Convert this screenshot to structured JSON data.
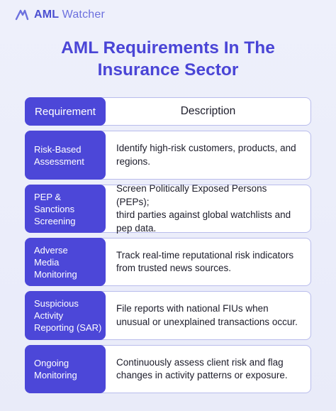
{
  "brand": {
    "name_bold": "AML",
    "name_light": "Watcher"
  },
  "title": {
    "line1": "AML Requirements In The",
    "line2": "Insurance Sector"
  },
  "table": {
    "header": {
      "requirement": "Requirement",
      "description": "Description"
    },
    "rows": [
      {
        "requirement": [
          "Risk-Based",
          "Assessment"
        ],
        "description": [
          "Identify high-risk customers, products, and",
          "regions."
        ]
      },
      {
        "requirement": [
          "PEP &",
          "Sanctions",
          "Screening"
        ],
        "description": [
          "Screen Politically Exposed Persons (PEPs);",
          "third parties against global watchlists and",
          "pep data."
        ]
      },
      {
        "requirement": [
          "Adverse",
          "Media",
          "Monitoring"
        ],
        "description": [
          "Track real-time reputational risk indicators",
          "from trusted news sources."
        ]
      },
      {
        "requirement": [
          "Suspicious",
          "Activity",
          "Reporting (SAR)"
        ],
        "description": [
          "File reports with national FIUs when",
          "unusual or unexplained transactions occur."
        ]
      },
      {
        "requirement": [
          "Ongoing",
          "Monitoring"
        ],
        "description": [
          "Continuously assess client risk and flag",
          "changes in activity patterns or exposure."
        ]
      }
    ]
  }
}
